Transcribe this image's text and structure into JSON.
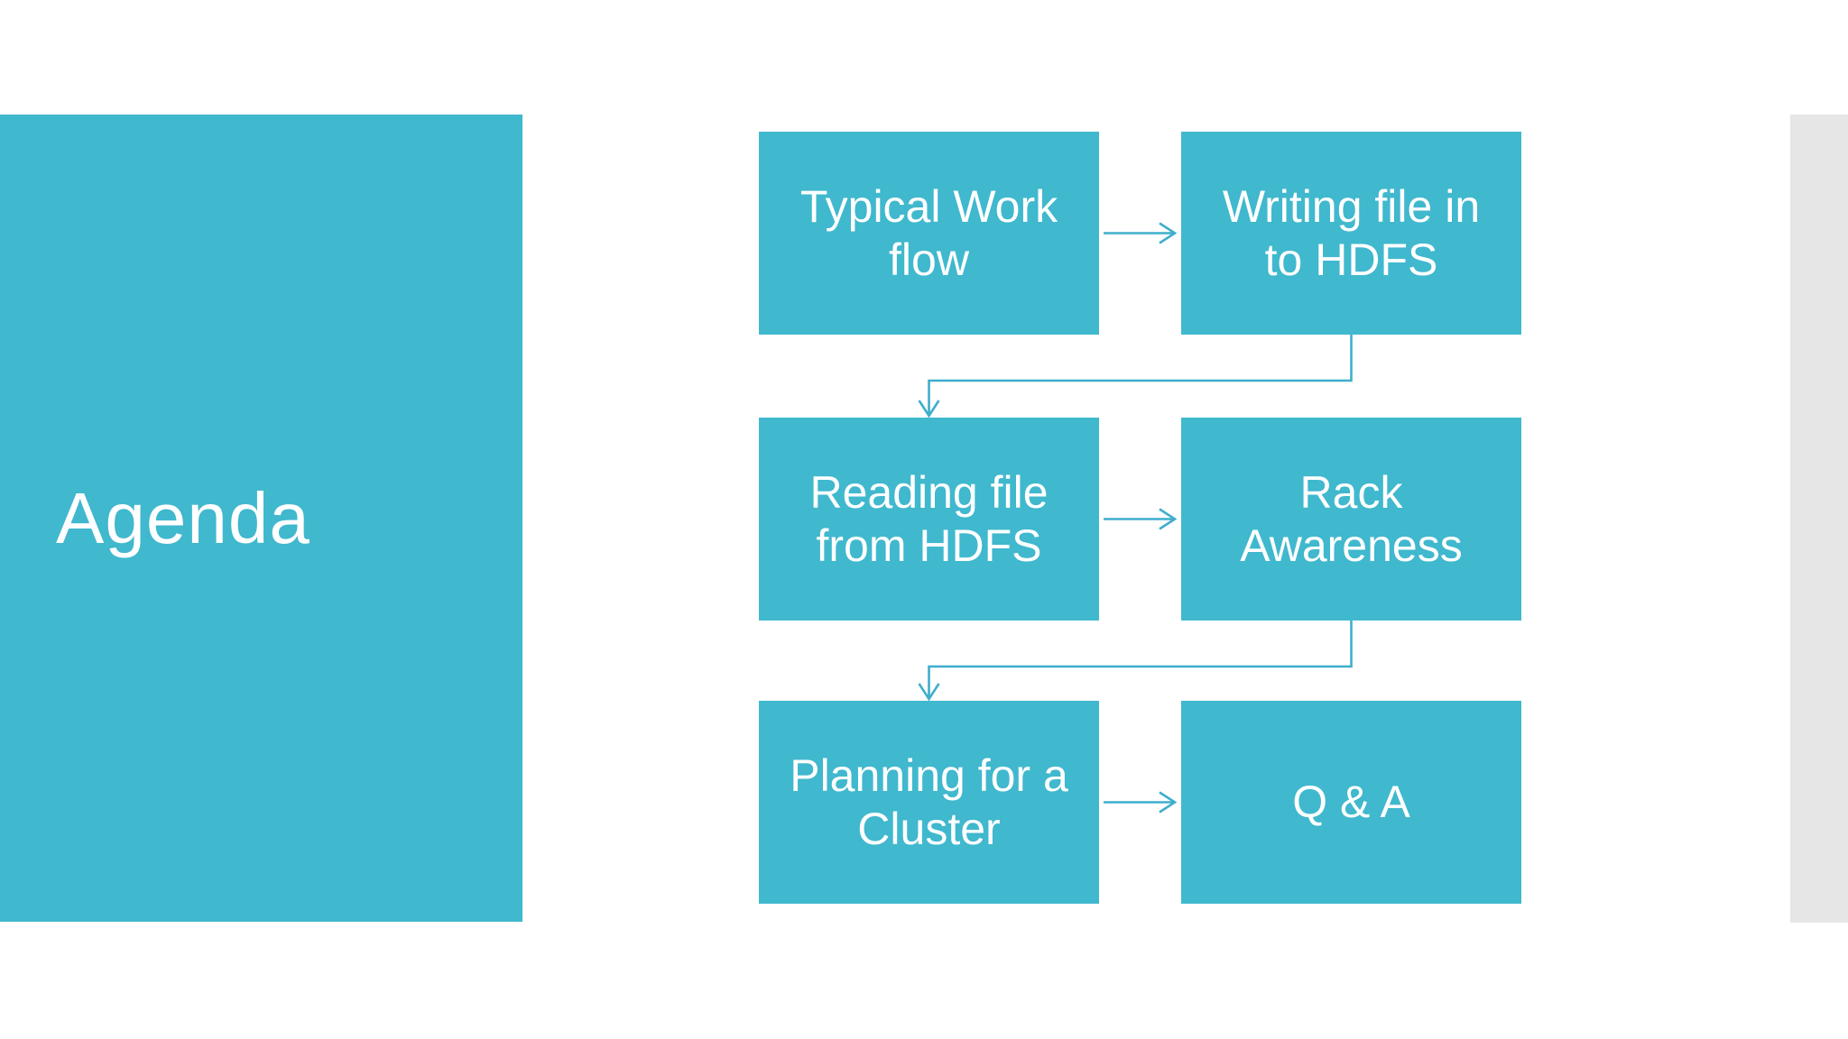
{
  "slide": {
    "title": "Agenda",
    "background_color": "#FFFFFF",
    "accent_color": "#40B8CE",
    "connector_color": "#3FAECC",
    "side_rail_color": "#E6E6E6",
    "text_color": "#FFFFFF"
  },
  "diagram": {
    "type": "flow",
    "boxes": [
      {
        "id": "typical-workflow",
        "label": "Typical Work\nflow"
      },
      {
        "id": "writing-file-hdfs",
        "label": "Writing file in\nto HDFS"
      },
      {
        "id": "reading-file-hdfs",
        "label": "Reading file\nfrom HDFS"
      },
      {
        "id": "rack-awareness",
        "label": "Rack\nAwareness"
      },
      {
        "id": "planning-cluster",
        "label": "Planning for a\nCluster"
      },
      {
        "id": "q-and-a",
        "label": "Q & A"
      }
    ],
    "connections": [
      {
        "from": "typical-workflow",
        "to": "writing-file-hdfs"
      },
      {
        "from": "writing-file-hdfs",
        "to": "reading-file-hdfs"
      },
      {
        "from": "reading-file-hdfs",
        "to": "rack-awareness"
      },
      {
        "from": "rack-awareness",
        "to": "planning-cluster"
      },
      {
        "from": "planning-cluster",
        "to": "q-and-a"
      }
    ]
  }
}
